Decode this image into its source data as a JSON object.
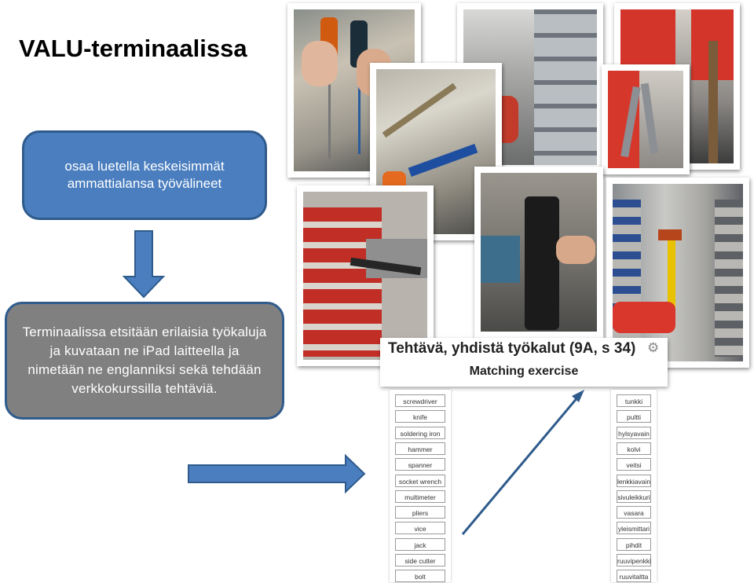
{
  "title": "VALU-terminaalissa",
  "box_top": {
    "text": "osaa luetella keskeisimmät ammattialansa työvälineet"
  },
  "box_bottom": {
    "text": "Terminaalissa etsitään erilaisia työkaluja ja kuvataan ne iPad laitteella ja nimetään ne englanniksi sekä tehdään verkkokurssilla tehtäviä."
  },
  "matching": {
    "heading": "Tehtävä, yhdistä työkalut (9A, s 34)",
    "subheading": "Matching exercise",
    "english": [
      "screwdriver",
      "knife",
      "soldering iron",
      "hammer",
      "spanner",
      "socket wrench",
      "multimeter",
      "pliers",
      "vice",
      "jack",
      "side cutter",
      "bolt"
    ],
    "finnish": [
      "tunkki",
      "pultti",
      "hylsyavain",
      "kolvi",
      "veitsi",
      "lenkkiavain",
      "sivuleikkuri",
      "vasara",
      "yleismittari",
      "pihdit",
      "ruuvipenkki",
      "ruuvitaltta"
    ]
  },
  "colors": {
    "blue_box": "#4a7ebf",
    "gray_box": "#808080",
    "arrow": "#4a7ebf",
    "border": "#2f5b8c"
  },
  "photos": [
    "screwdrivers-photo",
    "warehouse-aisle-photo",
    "pipe-tool-photo",
    "saw-photo",
    "wrenches-photo",
    "socket-wrench-photo",
    "black-pipe-photo",
    "axe-photo"
  ]
}
